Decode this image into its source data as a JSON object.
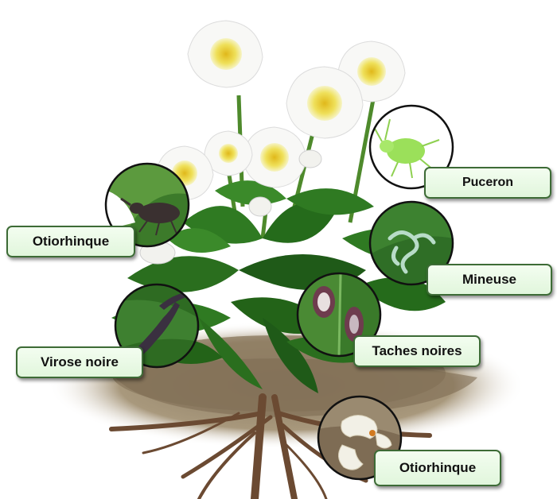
{
  "labels": {
    "puceron": "Puceron",
    "otiorhinque_top": "Otiorhinque",
    "mineuse": "Mineuse",
    "virose_noire": "Virose noire",
    "taches_noires": "Taches noires",
    "otiorhinque_bottom": "Otiorhinque"
  },
  "colors": {
    "label_fill": "#e6f7e1",
    "label_border": "#3d6b36",
    "leaf_dark": "#1f5a18",
    "leaf_mid": "#2f7a22",
    "petal": "#f8f8f6",
    "flower_center": "#e8d84a",
    "soil": "#8a7a62",
    "root": "#6b4a32"
  },
  "icons": [
    "aphid-icon",
    "weevil-icon",
    "leaf-miner-icon",
    "virus-leaf-icon",
    "black-spot-icon",
    "larva-icon"
  ]
}
